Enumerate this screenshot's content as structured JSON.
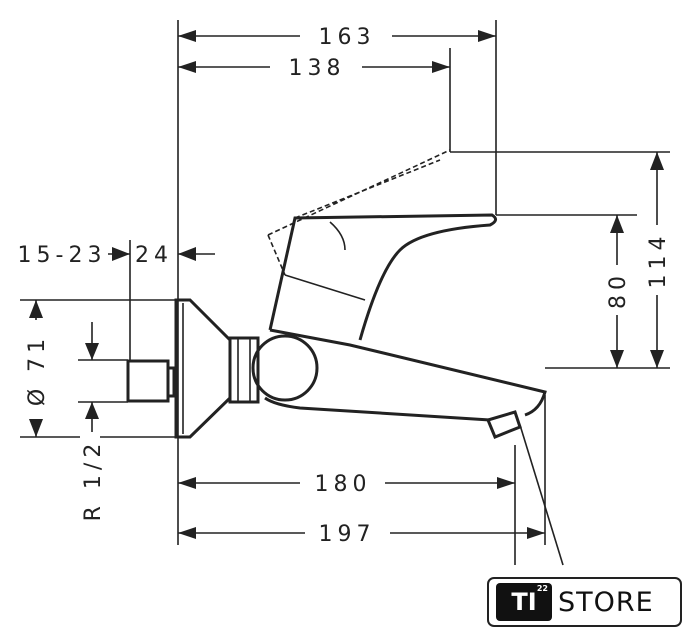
{
  "dimensions": {
    "width_total": "163",
    "width_lever": "138",
    "wall_range": "15-23",
    "wall_offset": "24",
    "height_total": "114",
    "height_spout": "80",
    "diameter": "Ø 71",
    "thread": "R 1/2",
    "spout_length": "180",
    "spout_length_total": "197"
  },
  "logo": {
    "mark": "TI",
    "superscript": "22",
    "name": "STORE"
  }
}
